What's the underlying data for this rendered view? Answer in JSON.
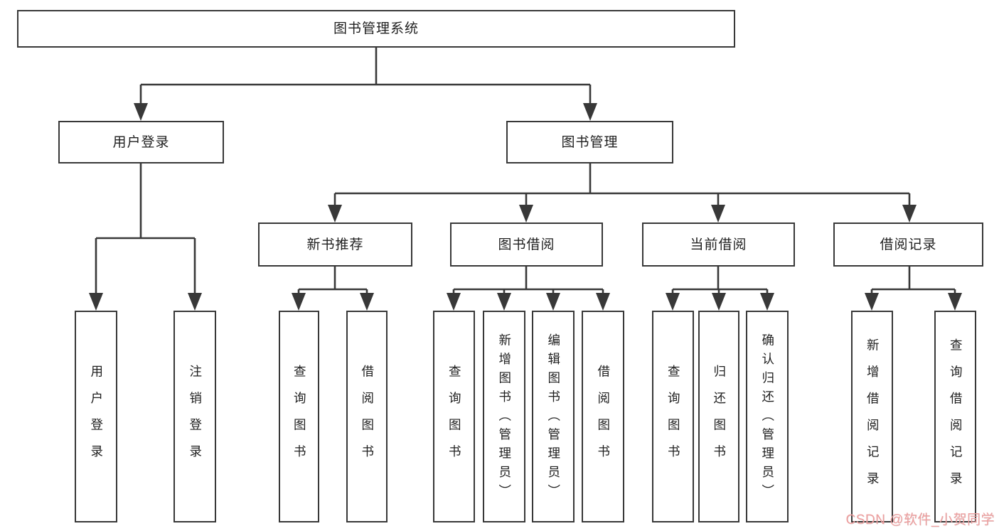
{
  "watermark": {
    "text": "CSDN @软件_小贺同学"
  },
  "colors": {
    "line": "#383838",
    "box_border": "#383838",
    "text": "#1f1f1f",
    "watermark": "#efa0a0",
    "background": "#ffffff"
  },
  "tree": {
    "label": "图书管理系统",
    "children": [
      {
        "label": "用户登录",
        "children": [
          {
            "label": "用户登录"
          },
          {
            "label": "注销登录"
          }
        ]
      },
      {
        "label": "图书管理",
        "children": [
          {
            "label": "新书推荐",
            "children": [
              {
                "label": "查询图书"
              },
              {
                "label": "借阅图书"
              }
            ]
          },
          {
            "label": "图书借阅",
            "children": [
              {
                "label": "查询图书"
              },
              {
                "label": "新增图书（管理员）"
              },
              {
                "label": "编辑图书（管理员）"
              },
              {
                "label": "借阅图书"
              }
            ]
          },
          {
            "label": "当前借阅",
            "children": [
              {
                "label": "查询图书"
              },
              {
                "label": "归还图书"
              },
              {
                "label": "确认归还（管理员）"
              }
            ]
          },
          {
            "label": "借阅记录",
            "children": [
              {
                "label": "新增借阅记录"
              },
              {
                "label": "查询借阅记录"
              }
            ]
          }
        ]
      }
    ]
  }
}
